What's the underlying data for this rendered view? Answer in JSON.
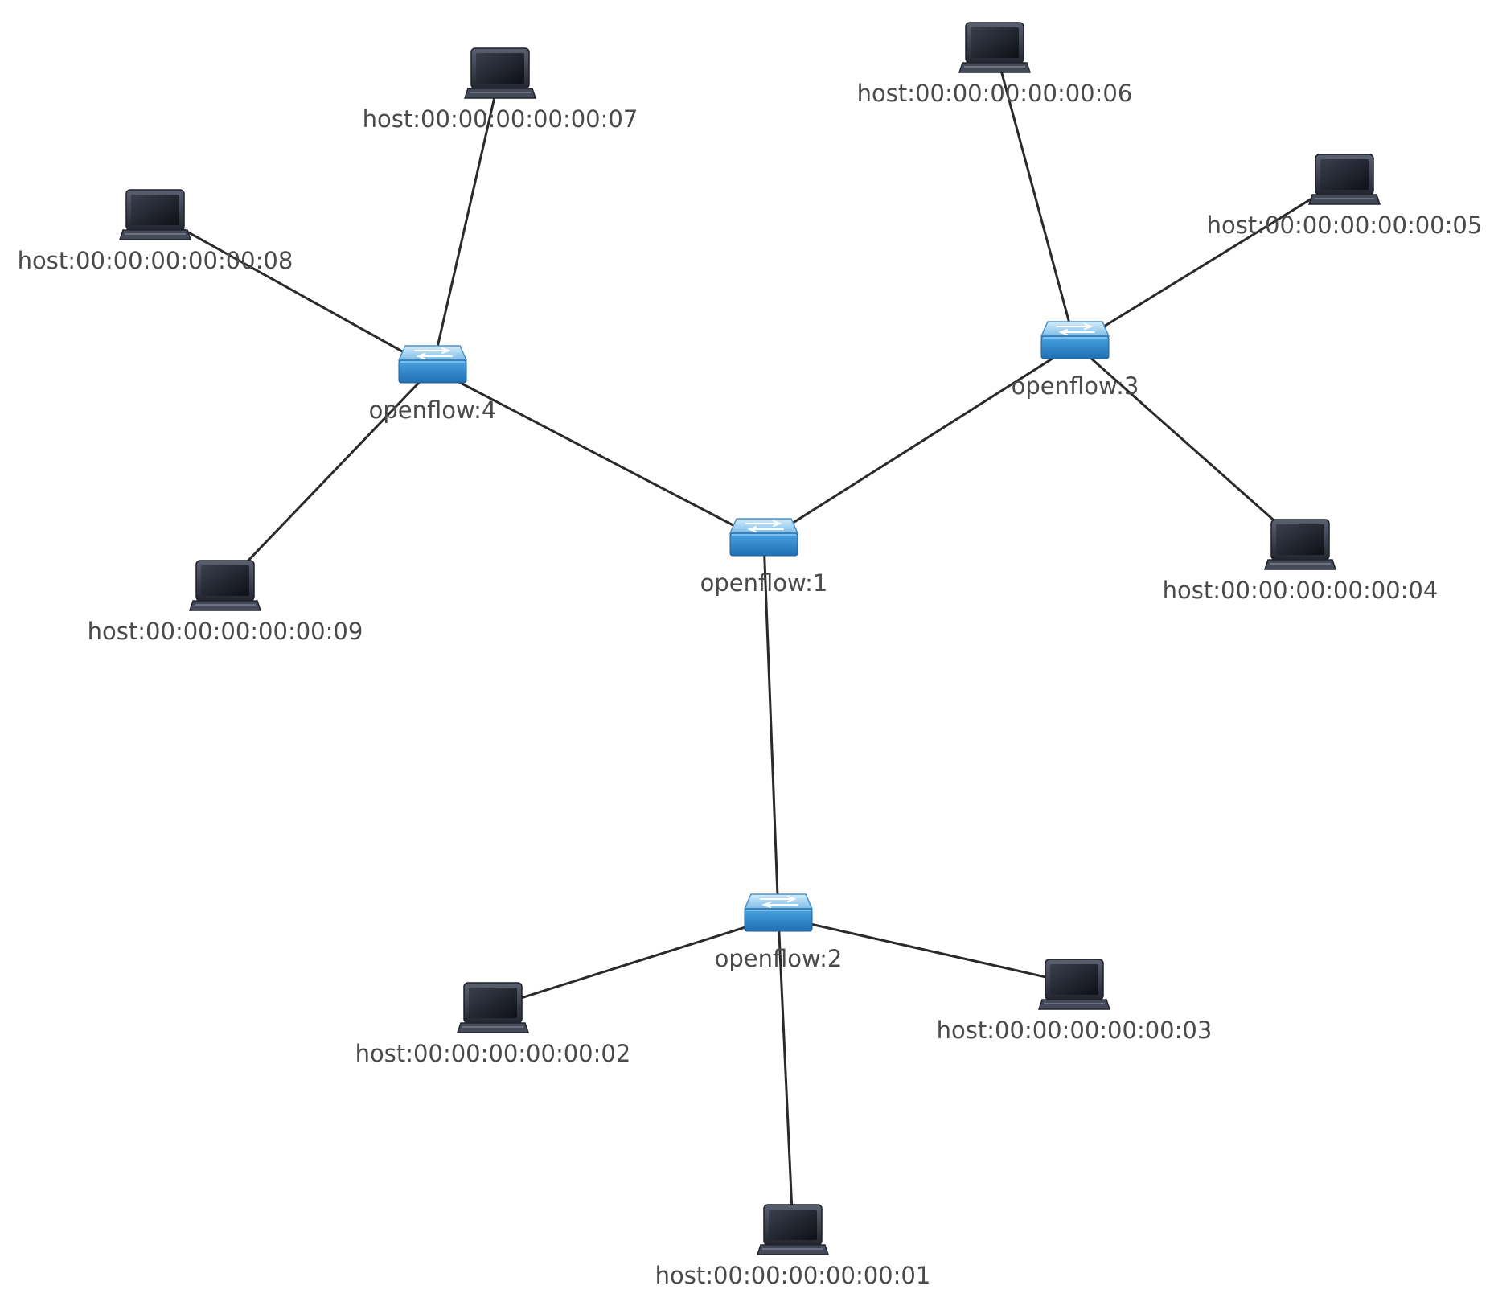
{
  "topology": {
    "switches": [
      {
        "id": "openflow:1",
        "label": "openflow:1"
      },
      {
        "id": "openflow:2",
        "label": "openflow:2"
      },
      {
        "id": "openflow:3",
        "label": "openflow:3"
      },
      {
        "id": "openflow:4",
        "label": "openflow:4"
      }
    ],
    "hosts": [
      {
        "id": "host:00:00:00:00:00:01",
        "label": "host:00:00:00:00:00:01",
        "switch": "openflow:2"
      },
      {
        "id": "host:00:00:00:00:00:02",
        "label": "host:00:00:00:00:00:02",
        "switch": "openflow:2"
      },
      {
        "id": "host:00:00:00:00:00:03",
        "label": "host:00:00:00:00:00:03",
        "switch": "openflow:2"
      },
      {
        "id": "host:00:00:00:00:00:04",
        "label": "host:00:00:00:00:00:04",
        "switch": "openflow:3"
      },
      {
        "id": "host:00:00:00:00:00:05",
        "label": "host:00:00:00:00:00:05",
        "switch": "openflow:3"
      },
      {
        "id": "host:00:00:00:00:00:06",
        "label": "host:00:00:00:00:00:06",
        "switch": "openflow:3"
      },
      {
        "id": "host:00:00:00:00:00:07",
        "label": "host:00:00:00:00:00:07",
        "switch": "openflow:4"
      },
      {
        "id": "host:00:00:00:00:00:08",
        "label": "host:00:00:00:00:00:08",
        "switch": "openflow:4"
      },
      {
        "id": "host:00:00:00:00:00:09",
        "label": "host:00:00:00:00:00:09",
        "switch": "openflow:4"
      }
    ],
    "links": [
      [
        "openflow:1",
        "openflow:2"
      ],
      [
        "openflow:1",
        "openflow:3"
      ],
      [
        "openflow:1",
        "openflow:4"
      ],
      [
        "openflow:2",
        "host:00:00:00:00:00:01"
      ],
      [
        "openflow:2",
        "host:00:00:00:00:00:02"
      ],
      [
        "openflow:2",
        "host:00:00:00:00:00:03"
      ],
      [
        "openflow:3",
        "host:00:00:00:00:00:04"
      ],
      [
        "openflow:3",
        "host:00:00:00:00:00:05"
      ],
      [
        "openflow:3",
        "host:00:00:00:00:00:06"
      ],
      [
        "openflow:4",
        "host:00:00:00:00:00:07"
      ],
      [
        "openflow:4",
        "host:00:00:00:00:00:08"
      ],
      [
        "openflow:4",
        "host:00:00:00:00:00:09"
      ]
    ]
  },
  "colors": {
    "link": "#2a2a2a",
    "label": "#4a4a4a",
    "switch_top": "#8cc8ee",
    "switch_body": "#2f8bd0",
    "host_body": "#2e3340",
    "host_screen": "#151820",
    "host_base": "#454a58"
  },
  "icons": {
    "switch": "network-switch-icon",
    "host": "laptop-icon"
  }
}
